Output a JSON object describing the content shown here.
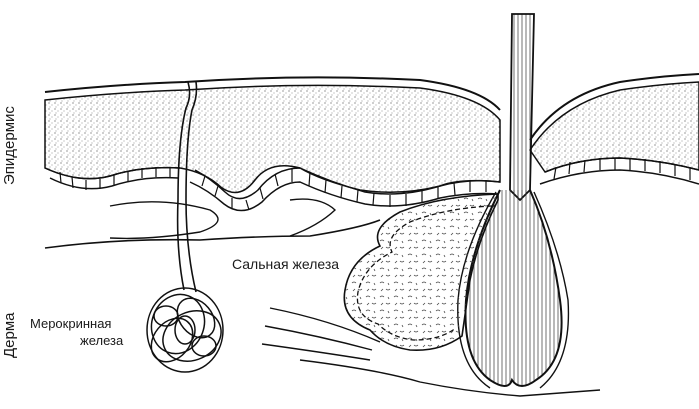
{
  "labels": {
    "epidermis": "Эпидермис",
    "dermis": "Дерма",
    "sebaceous_gland": "Сальная железа",
    "merocrine_gland_line1": "Мерокринная",
    "merocrine_gland_line2": "железа"
  }
}
